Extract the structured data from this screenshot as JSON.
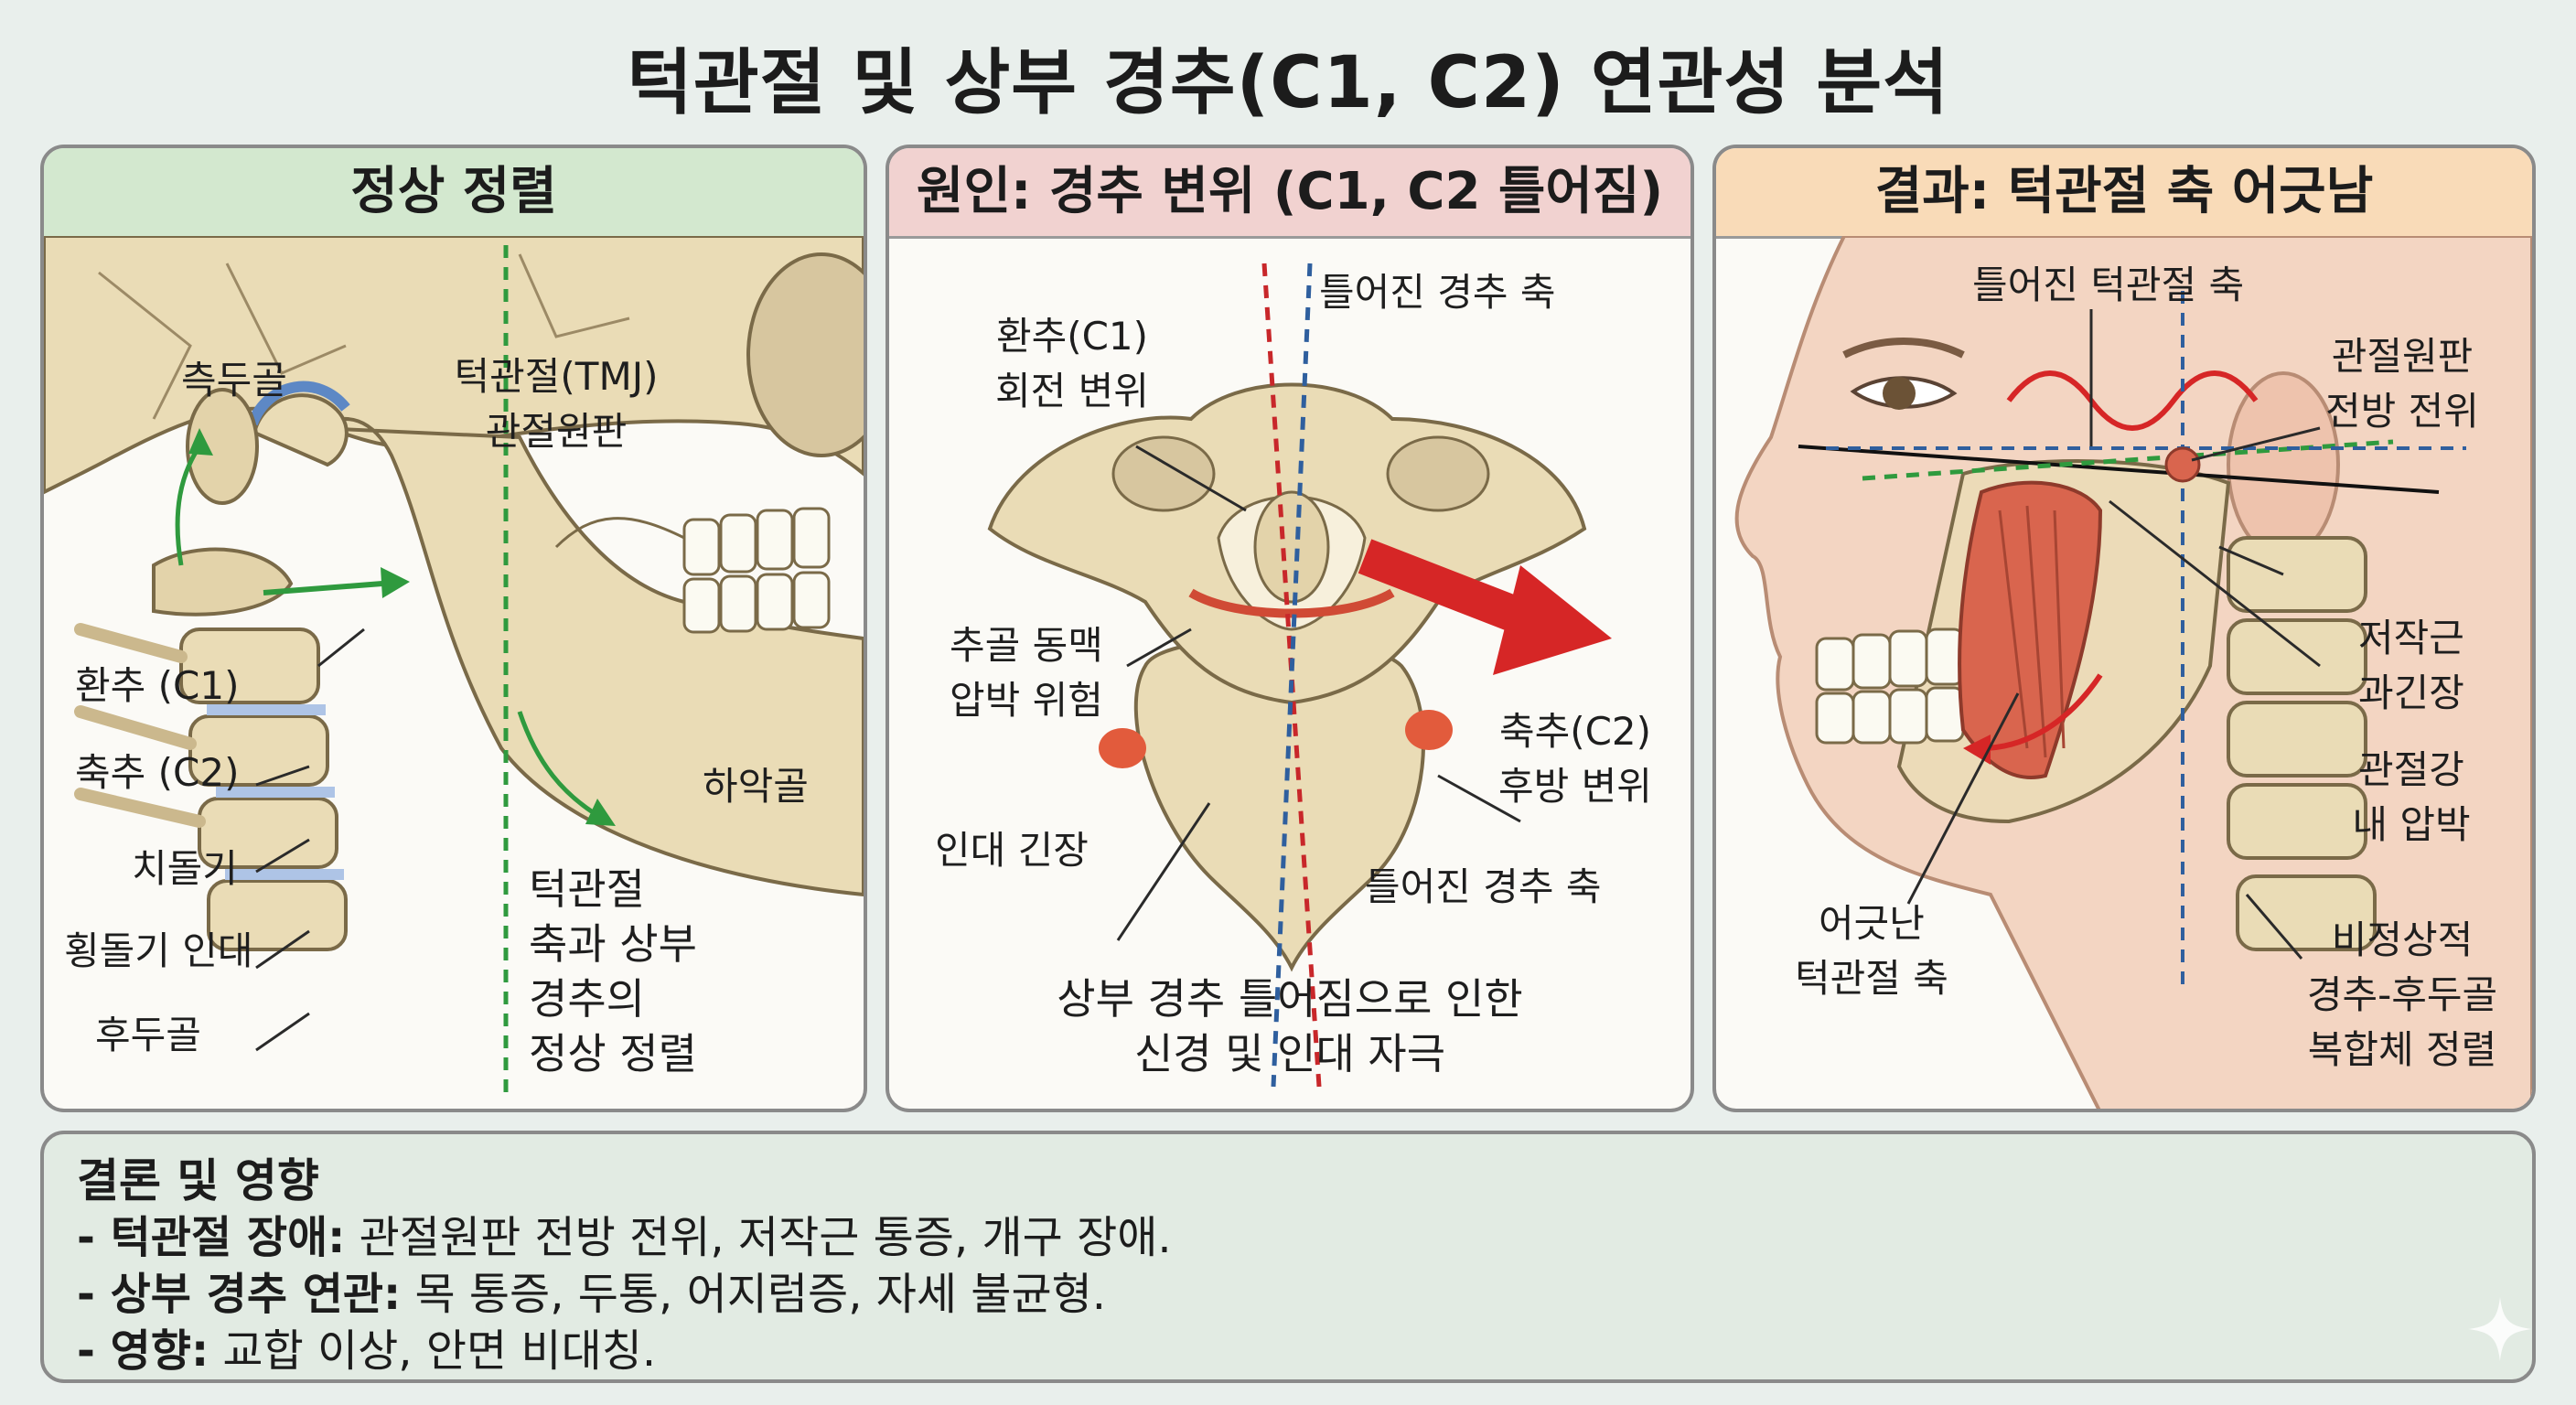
{
  "title": "턱관절 및 상부 경추(C1, C2) 연관성 분석",
  "panel1": {
    "heading": "정상 정렬",
    "labels": {
      "temporal": "측두골",
      "tmj": "턱관절(TMJ)",
      "disc": "관절원판",
      "atlas": "환추 (C1)",
      "axis": "축추 (C2)",
      "dens": "치돌기",
      "transverse_ligament": "횡돌기 인대",
      "occipital": "후두골",
      "mandible": "하악골",
      "normal_line1": "턱관절",
      "normal_line2": "축과 상부",
      "normal_line3": "경추의",
      "normal_line4": "정상 정렬"
    }
  },
  "panel2": {
    "heading": "원인: 경추 변위 (C1, C2 틀어짐)",
    "labels": {
      "twisted_axis_top": "틀어진 경추 축",
      "atlas_rot1": "환추(C1)",
      "atlas_rot2": "회전 변위",
      "artery1": "추골 동맥",
      "artery2": "압박 위험",
      "axis_post1": "축추(C2)",
      "axis_post2": "후방 변위",
      "ligament": "인대 긴장",
      "twisted_axis_bottom": "틀어진 경추 축",
      "caption1": "상부 경추 틀어짐으로 인한",
      "caption2": "신경 및 인대 자극"
    }
  },
  "panel3": {
    "heading": "결과: 턱관절 축 어긋남",
    "labels": {
      "twisted_tmj_axis": "틀어진 턱관절 축",
      "disc_ant1": "관절원판",
      "disc_ant2": "전방 전위",
      "masseter1": "저작근",
      "masseter2": "과긴장",
      "joint1": "관절강",
      "joint2": "내 압박",
      "misaligned1": "어긋난",
      "misaligned2": "턱관절 축",
      "abnormal1": "비정상적",
      "abnormal2": "경추-후두골",
      "abnormal3": "복합체 정렬"
    }
  },
  "conclusion": {
    "title": "결론 및 영향",
    "items": [
      {
        "key": "- 턱관절 장애:",
        "text": " 관절원판 전방 전위, 저작근 통증, 개구 장애."
      },
      {
        "key": "- 상부 경추 연관:",
        "text": " 목 통증, 두통, 어지럼증, 자세 불균형."
      },
      {
        "key": "- 영향:",
        "text": " 교합 이상, 안면 비대칭."
      }
    ]
  },
  "colors": {
    "bone": "#eadcb6",
    "bone_stroke": "#7a6a48",
    "green_line": "#2f9a3e",
    "red_line": "#c8272a",
    "blue_line": "#2f5f9e",
    "muscle": "#d9654e",
    "skin": "#f3d5c2"
  }
}
